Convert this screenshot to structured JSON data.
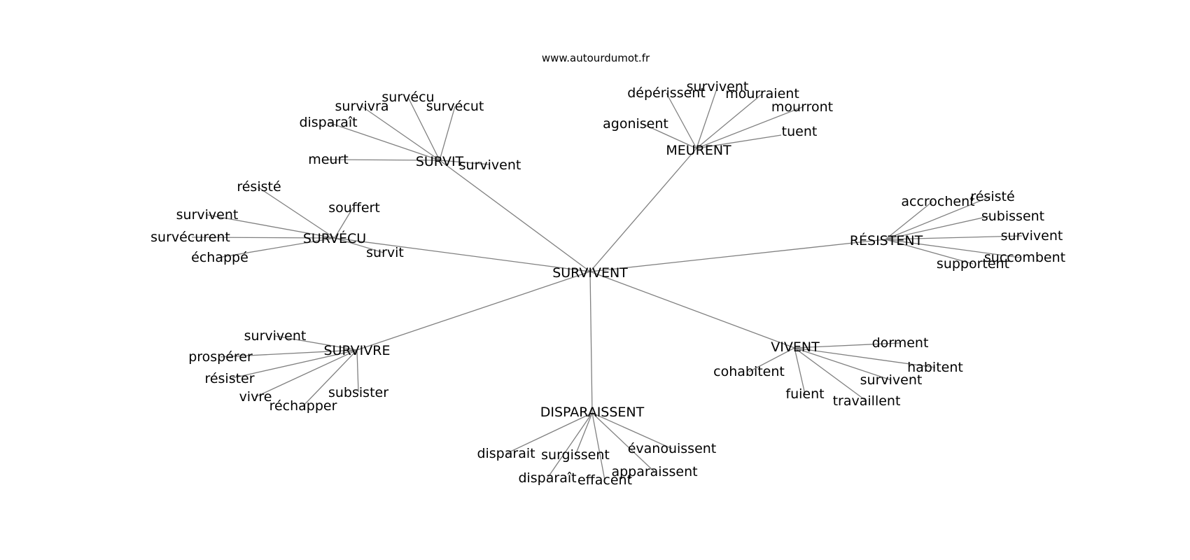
{
  "header": {
    "site": "www.autourdumot.fr"
  },
  "graph": {
    "center": "SURVIVENT",
    "clusters": [
      {
        "hub": "SURVIT",
        "leaves": [
          "survécu",
          "survivra",
          "survécut",
          "disparaît",
          "meurt",
          "survivent"
        ]
      },
      {
        "hub": "MEURENT",
        "leaves": [
          "dépérissent",
          "survivent",
          "mourraient",
          "mourront",
          "agonisent",
          "tuent"
        ]
      },
      {
        "hub": "SURVÉCU",
        "leaves": [
          "résisté",
          "souffert",
          "survivent",
          "survécurent",
          "échappé",
          "survit"
        ]
      },
      {
        "hub": "RÉSISTENT",
        "leaves": [
          "accrochent",
          "résisté",
          "subissent",
          "survivent",
          "succombent",
          "supportent"
        ]
      },
      {
        "hub": "SURVIVRE",
        "leaves": [
          "survivent",
          "prospérer",
          "résister",
          "vivre",
          "réchapper",
          "subsister"
        ]
      },
      {
        "hub": "VIVENT",
        "leaves": [
          "dorment",
          "cohabitent",
          "habitent",
          "survivent",
          "fuient",
          "travaillent"
        ]
      },
      {
        "hub": "DISPARAISSENT",
        "leaves": [
          "disparait",
          "surgissent",
          "évanouissent",
          "apparaissent",
          "disparaît",
          "effacent"
        ]
      }
    ]
  }
}
